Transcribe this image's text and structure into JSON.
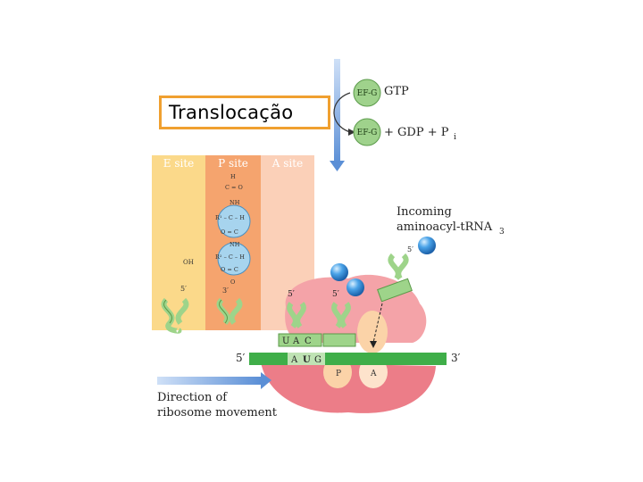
{
  "title": "Translocação",
  "sites": {
    "e": "E site",
    "p": "P site",
    "a": "A site"
  },
  "ef_g": {
    "label": "EF-G",
    "gtp": "GTP",
    "products": "+ GDP + P",
    "products_sub": "i"
  },
  "incoming": {
    "line1": "Incoming",
    "line2": "aminoacyl-tRNA",
    "line2_sub": "3"
  },
  "mrna": {
    "five_prime": "5′",
    "three_prime": "3′",
    "codon": [
      "A",
      "U",
      "G"
    ],
    "anticodon": [
      "U",
      "A",
      "C"
    ]
  },
  "trna_labels": {
    "e_5prime": "5′",
    "e_oh": "OH",
    "p_3prime": "3′",
    "mid_5prime_a": "5′",
    "mid_5prime_b": "5′",
    "incoming_5": "5′"
  },
  "ribosome_sites": {
    "p": "P",
    "a": "A"
  },
  "chem": {
    "h": "H",
    "c_o": "C = O",
    "nh": "NH",
    "r1": "R¹ – C – H",
    "r2": "R² – C – H",
    "o_c": "O = C",
    "o": "O"
  },
  "movement": {
    "line1": "Direction of",
    "line2": "ribosome movement"
  },
  "colors": {
    "title_border": "#f0a030",
    "e_site": "#fbd98a",
    "p_site": "#f5a46e",
    "a_site": "#fbd0b8",
    "mrna": "#3fae49",
    "ribosome": "#f4a3a8",
    "ribosome_dark": "#ec7d88",
    "trna": "#9ed48a",
    "sphere": "#4aa3e8",
    "arrow": "#5b8fd6"
  }
}
